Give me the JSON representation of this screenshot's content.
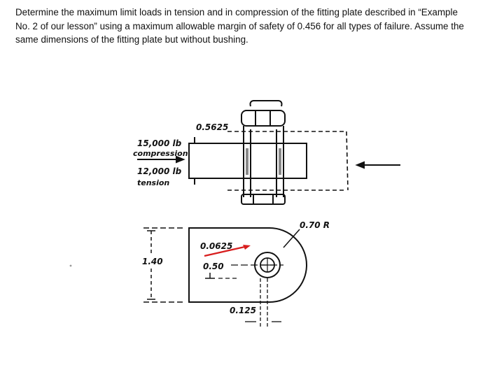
{
  "problem_text": "Determine the maximum limit loads in tension and in compression of the fitting plate described in “Example No. 2 of our lesson” using a maximum allowable margin of safety of 0.456 for all types of failure. Assume the same dimensions of the fitting plate but without bushing.",
  "figure": {
    "thickness_label": "0.5625",
    "load_compression_value": "15,000 lb",
    "load_compression_word": "compression",
    "load_tension_value": "12,000 lb",
    "load_tension_word": "tension",
    "height_label": "1.40",
    "radius_label": "0.70 R",
    "hole_dia_label": "0.0625",
    "edge_label": "0.50",
    "offset_label": "0.125",
    "accent_color": "#d81e1e"
  }
}
